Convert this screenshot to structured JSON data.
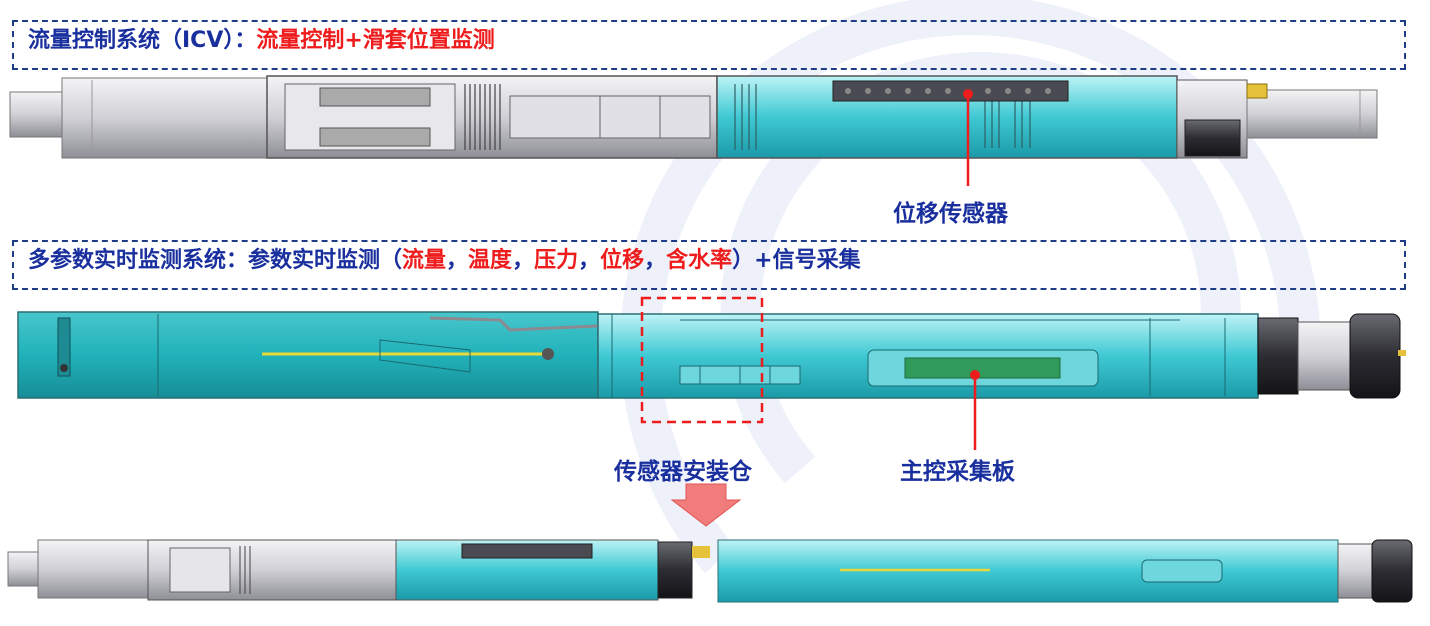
{
  "banner1": {
    "prefix": "流量控制系统（ICV）：",
    "highlight": "流量控制",
    "suffix": "+滑套位置监测"
  },
  "banner2": {
    "prefix": "多参数实时监测系统：参数实时监测（",
    "p1": "流量",
    "sep1": "，",
    "p2": "温度",
    "sep2": "，",
    "p3": "压力",
    "sep3": "，",
    "p4": "位移",
    "sep4": "，",
    "p5": "含水率",
    "suffix": "）+信号采集"
  },
  "labels": {
    "displacement_sensor": "位移传感器",
    "sensor_bay": "传感器安装仓",
    "main_board": "主控采集板"
  },
  "colors": {
    "banner_border": "#1f3d86",
    "title_blue": "#1a2f9e",
    "highlight_red": "#ee1c1c",
    "tool_cyan": "#35c6cf",
    "tool_grey": "#d7d7dc",
    "board_green": "#2f9a5a"
  }
}
